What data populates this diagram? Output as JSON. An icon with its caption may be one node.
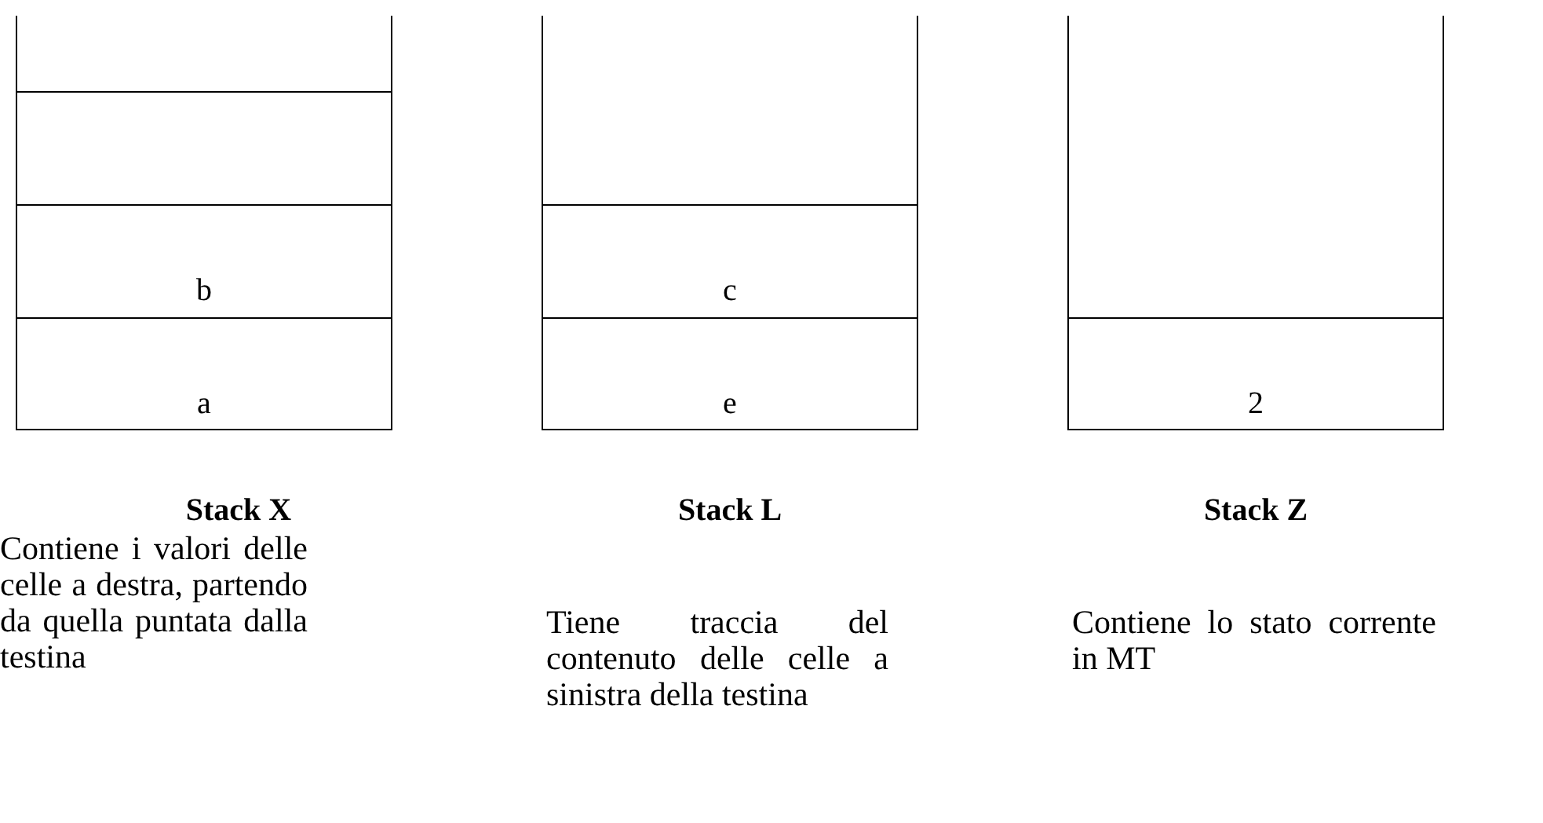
{
  "diagram": {
    "nodes": [
      {
        "text": [
          "Stack X",
          "Contiene i valori delle celle a destra, partendo da quella puntata dalla testina"
        ]
      },
      {
        "text": [],
        "shape": "box",
        "in": 0
      },
      {
        "text": [
          "b"
        ],
        "in": 0
      },
      {
        "text": [
          "a"
        ],
        "in": 0
      },
      {
        "text": [
          "Stack L",
          "Tiene traccia del contenuto delle celle a sinistra della testina"
        ]
      },
      {
        "text": [
          "c"
        ],
        "in": 4
      },
      {
        "text": [
          "e"
        ],
        "in": 4
      },
      {
        "text": [
          "Stack Z",
          "Contiene lo stato corrente in MT"
        ]
      },
      {
        "text": [
          "2"
        ],
        "in": 7
      }
    ],
    "edges": []
  }
}
